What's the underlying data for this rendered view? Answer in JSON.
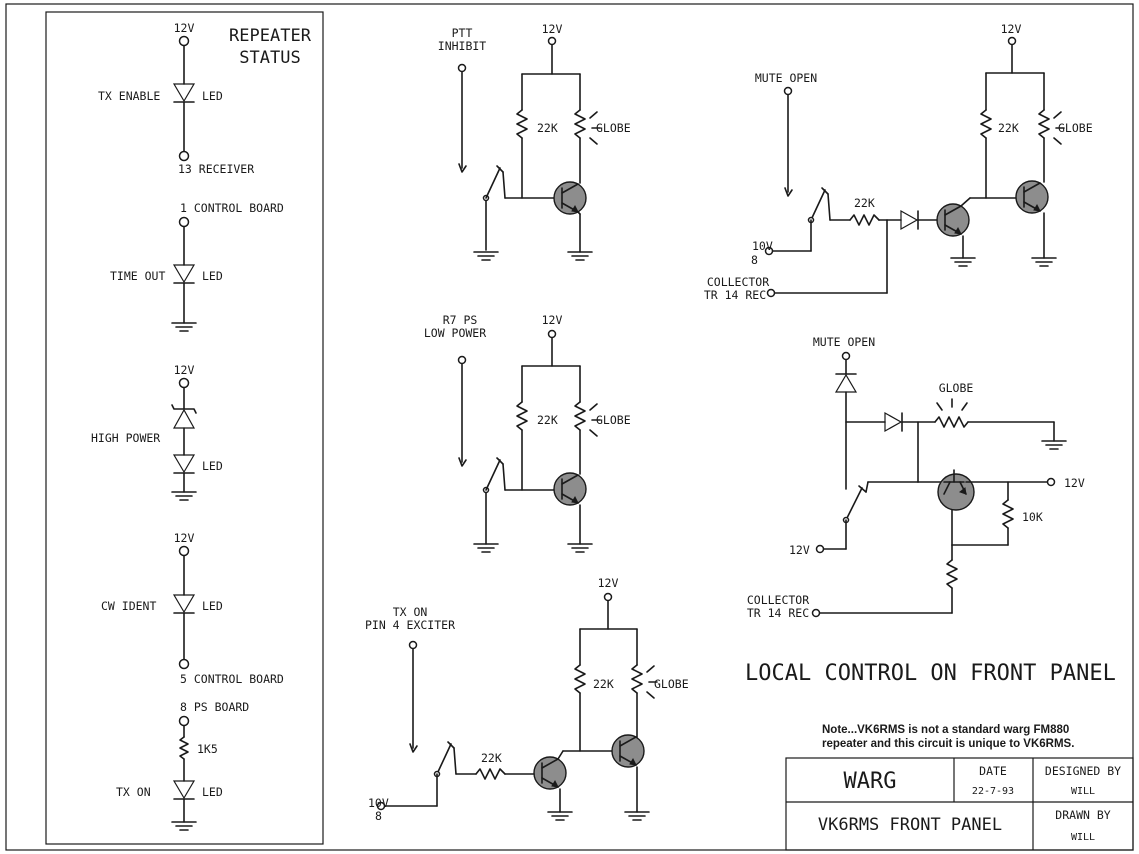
{
  "status_panel": {
    "title_line1": "REPEATER",
    "title_line2": "STATUS",
    "v12_a": "12V",
    "tx_enable": "TX ENABLE",
    "led_a": "LED",
    "pin_13_receiver": "13  RECEIVER",
    "pin_1_control": "1    CONTROL BOARD",
    "time_out": "TIME OUT",
    "led_b": "LED",
    "v12_b": "12V",
    "high_power": "HIGH POWER",
    "led_c": "LED",
    "v12_c": "12V",
    "cw_ident": "CW IDENT",
    "led_d": "LED",
    "pin_5_control": "5  CONTROL BOARD",
    "pin_8_ps": "8      PS BOARD",
    "r_1k5": "1K5",
    "tx_on": "TX ON",
    "led_e": "LED"
  },
  "ptt_inhibit": {
    "label_line1": "PTT",
    "label_line2": "INHIBIT",
    "v12": "12V",
    "r22k": "22K",
    "globe": "GLOBE"
  },
  "r7_ps": {
    "label_line1": "R7 PS",
    "label_line2": "LOW POWER",
    "v12": "12V",
    "r22k": "22K",
    "globe": "GLOBE"
  },
  "tx_on_exciter": {
    "label_line1": "TX ON",
    "label_line2": "PIN 4 EXCITER",
    "v12": "12V",
    "r22k_top": "22K",
    "globe": "GLOBE",
    "r22k_base": "22K",
    "v10_line1": "10V",
    "v10_line2": "8"
  },
  "mute_open_1": {
    "label": "MUTE OPEN",
    "v12": "12V",
    "r22k_top": "22K",
    "globe": "GLOBE",
    "r22k_base": "22K",
    "v10_line1": "10V",
    "v10_line2": "8",
    "collector_line1": "COLLECTOR",
    "collector_line2": "TR 14 REC"
  },
  "mute_open_2": {
    "label": "MUTE OPEN",
    "globe": "GLOBE",
    "v12_right": "12V",
    "r10k": "10K",
    "v12_left": "12V",
    "collector_line1": "COLLECTOR",
    "collector_line2": "TR 14 REC"
  },
  "diagram_title": "LOCAL CONTROL ON FRONT PANEL",
  "note_line1": "Note...VK6RMS is not a standard warg FM880",
  "note_line2": "repeater and this circuit is unique to VK6RMS.",
  "title_block": {
    "org": "WARG",
    "date_label": "DATE",
    "date_value": "22-7-93",
    "designed_by_label": "DESIGNED BY",
    "designed_by_value": "WILL",
    "drawing_name": "VK6RMS FRONT PANEL",
    "drawn_by_label": "DRAWN BY",
    "drawn_by_value": "WILL"
  }
}
